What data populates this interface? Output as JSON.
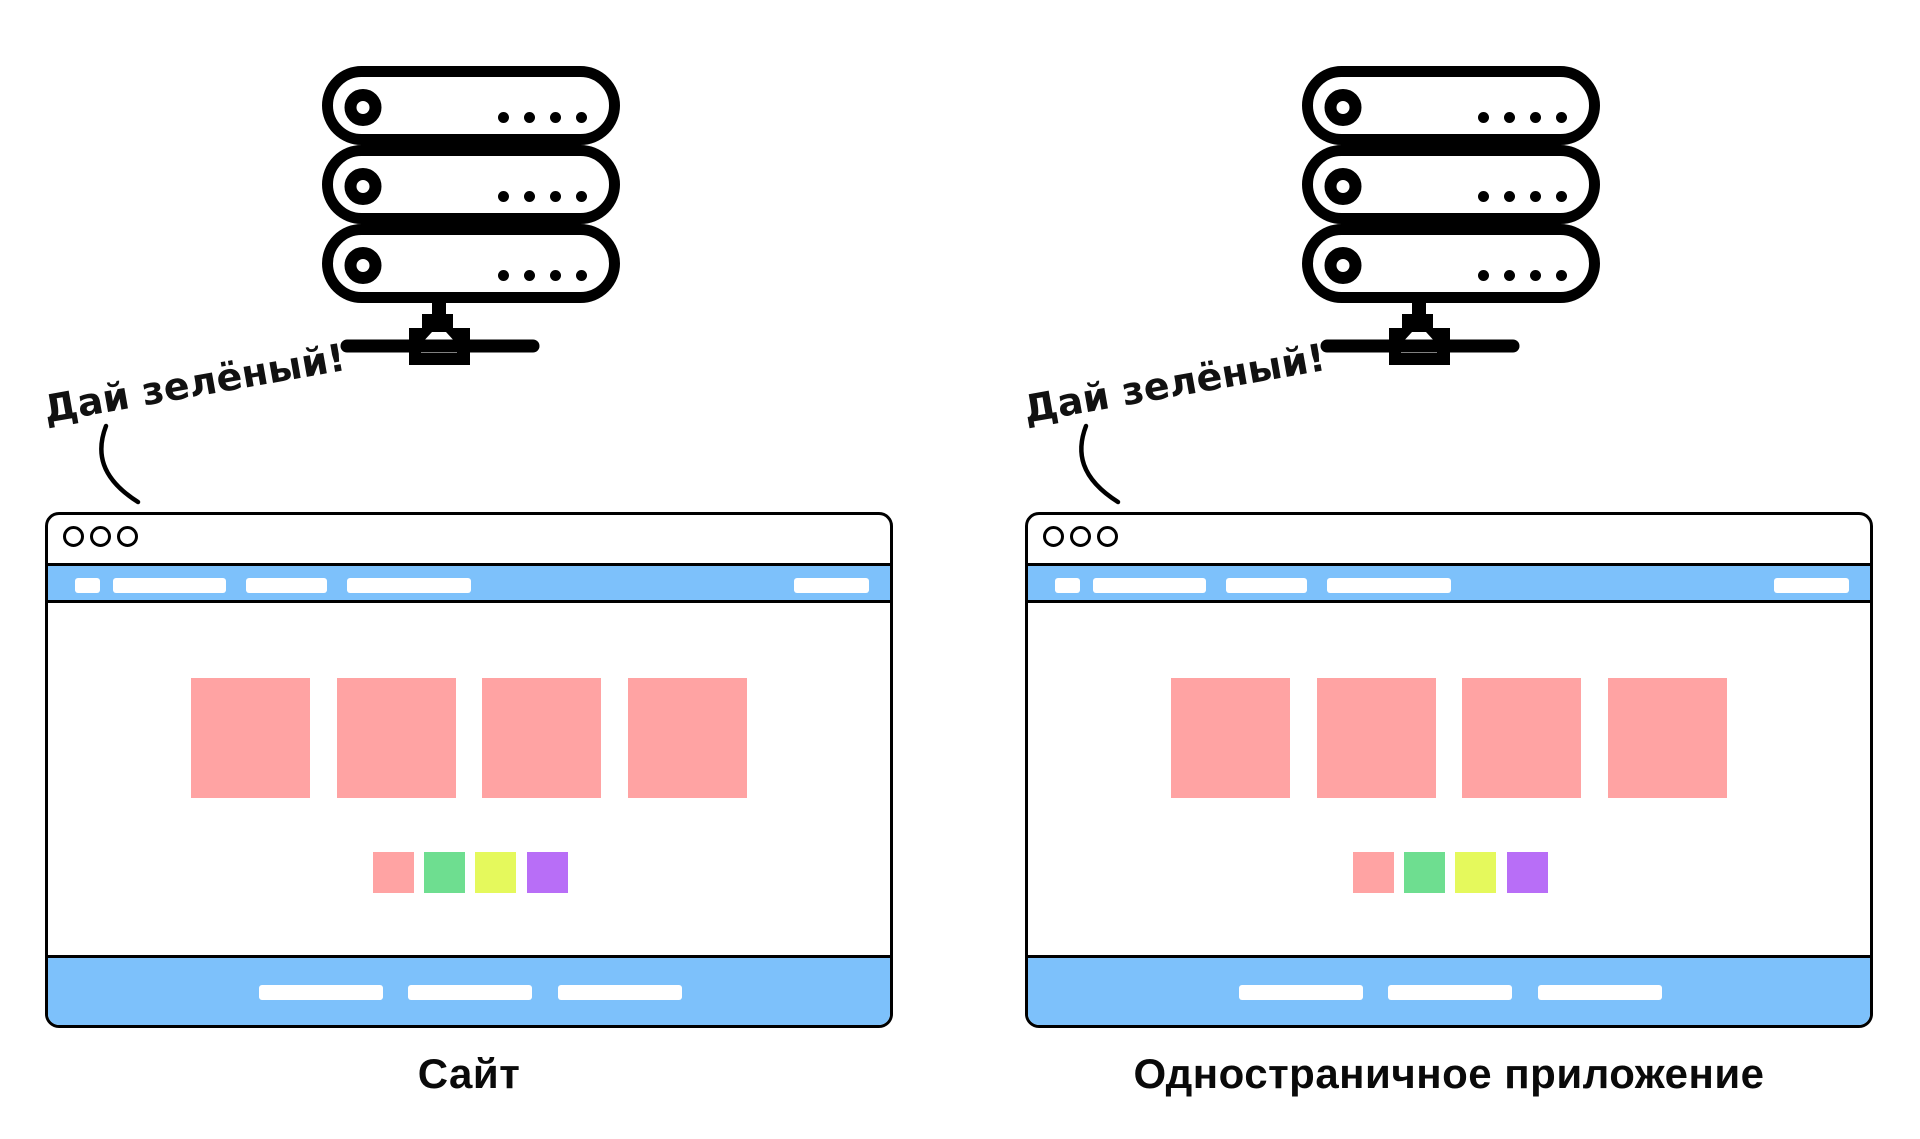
{
  "colors": {
    "outline": "#000000",
    "background": "#ffffff",
    "blue": "#7dc1fb",
    "pink": "#ffa3a3",
    "green": "#6ede90",
    "yellow": "#e5f95c",
    "purple": "#b86ef7"
  },
  "icons": {
    "server": "server-stack-icon",
    "pointer": "curved-arrow-icon",
    "window_controls": "three-circle-window-dots"
  },
  "panels": [
    {
      "id": "site",
      "speech": "Дай зелёный!",
      "label": "Сайт"
    },
    {
      "id": "spa",
      "speech": "Дай зелёный!",
      "label": "Одностраничное приложение"
    }
  ]
}
